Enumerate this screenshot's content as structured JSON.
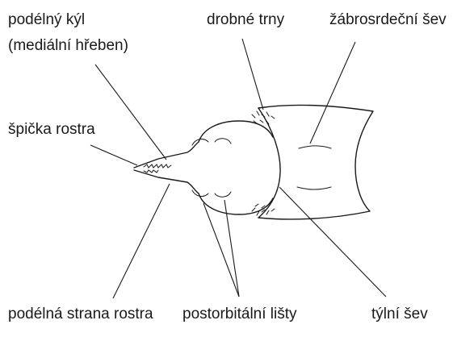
{
  "labels": {
    "keel_line1": "podélný kýl",
    "keel_line2": "(mediální hřeben)",
    "small_spines": "drobné trny",
    "branchiocardiac_groove": "žábrosrdeční šev",
    "rostrum_tip": "špička rostra",
    "rostrum_side": "podélná strana rostra",
    "postorbital_ridges": "postorbitální lišty",
    "cervical_groove": "týlní šev"
  }
}
